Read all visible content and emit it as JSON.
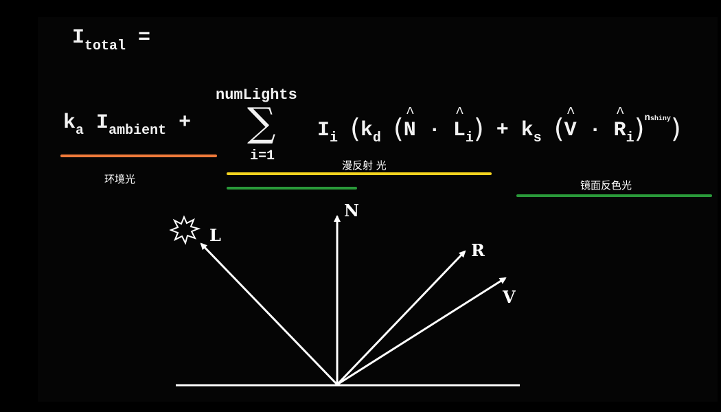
{
  "equation": {
    "title_main": "I",
    "title_sub": "total",
    "title_eq": "=",
    "ambient_k": "k",
    "ambient_k_sub": "a",
    "ambient_i": "I",
    "ambient_i_sub": "ambient",
    "plus1": "+",
    "sum_upper": "numLights",
    "sum_symbol": "∑",
    "sum_lower": "i=1",
    "term_i": "I",
    "term_i_sub": "i",
    "paren_open": "(",
    "paren_close": ")",
    "kd": "k",
    "kd_sub": "d",
    "n_vec": "N",
    "dot": "·",
    "l_vec": "L",
    "l_vec_sub": "i",
    "plus2": "+",
    "ks": "k",
    "ks_sub": "s",
    "v_vec": "V",
    "r_vec": "R",
    "r_vec_sub": "i",
    "exponent": "n",
    "exponent_sub": "shiny"
  },
  "annotations": {
    "ambient_label": "环境光",
    "diffuse_label": "漫反射 光",
    "specular_label": "镜面反色光"
  },
  "colors": {
    "ambient_underline": "#f07a3a",
    "diffuse_underline": "#f4d31f",
    "diffuse_secondary_underline": "#2a9a3a",
    "specular_underline": "#2a9a3a",
    "vector": "#ffffff",
    "background": "#000000"
  },
  "diagram": {
    "vectors": [
      "L",
      "N",
      "R",
      "V"
    ],
    "light_icon": "light-burst-icon"
  }
}
